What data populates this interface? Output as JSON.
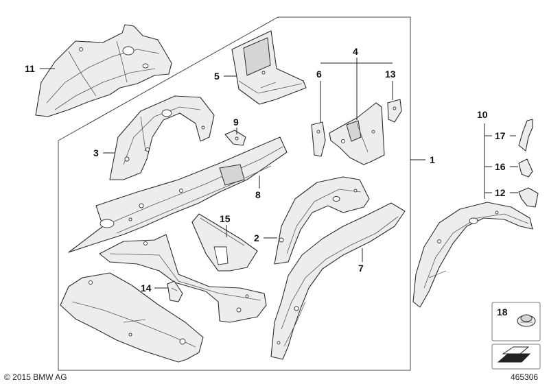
{
  "callouts": {
    "c1": "1",
    "c2": "2",
    "c3": "3",
    "c4": "4",
    "c5": "5",
    "c6": "6",
    "c7": "7",
    "c8": "8",
    "c9": "9",
    "c10": "10",
    "c11": "11",
    "c12": "12",
    "c13": "13",
    "c14": "14",
    "c15": "15",
    "c16": "16",
    "c17": "17",
    "c18": "18"
  },
  "footer": {
    "copyright": "© 2015 BMW AG",
    "diagram_number": "465306"
  }
}
